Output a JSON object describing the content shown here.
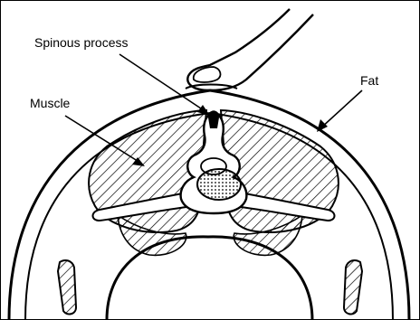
{
  "labels": {
    "spinous_process": "Spinous process",
    "muscle": "Muscle",
    "fat": "Fat"
  },
  "colors": {
    "line": "#000000",
    "background": "#ffffff"
  }
}
